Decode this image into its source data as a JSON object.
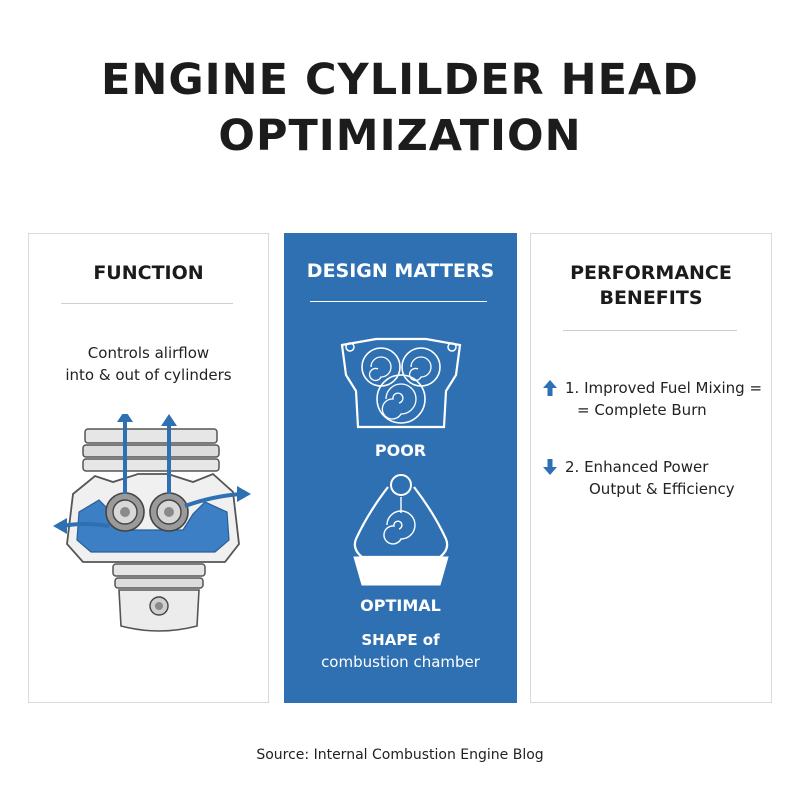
{
  "title": {
    "line1": "ENGINE CYLILDER HEAD",
    "line2": "OPTIMIZATION"
  },
  "panels": {
    "function": {
      "heading": "FUNCTION",
      "text_line1": "Controls alirflow",
      "text_line2": "into & out of cylinders",
      "illustration": "cylinder-head-airflow-icon"
    },
    "design": {
      "heading": "DESIGN MATTERS",
      "poor_label": "POOR",
      "optimal_label": "OPTIMAL",
      "caption_line1": "SHAPE of",
      "caption_line2": "combustion chamber",
      "poor_illustration": "poor-chamber-icon",
      "optimal_illustration": "optimal-chamber-icon"
    },
    "benefits": {
      "heading_line1": "PERFORMANCE",
      "heading_line2": "BENEFITS",
      "items": [
        {
          "arrow": "arrow-up-icon",
          "line1": "1. Improved Fuel Mixing =",
          "line2": "= Complete Burn"
        },
        {
          "arrow": "arrow-down-icon",
          "line1": "2.  Enhanced Power",
          "line2": "Output & Efficiency"
        }
      ]
    }
  },
  "footer": "Source: Internal Combustion Engine Blog",
  "colors": {
    "accent_blue": "#2f70b2",
    "light_blue": "#4a8fd0",
    "text_dark": "#1b1b1b",
    "panel_border": "#d9d9d9"
  }
}
